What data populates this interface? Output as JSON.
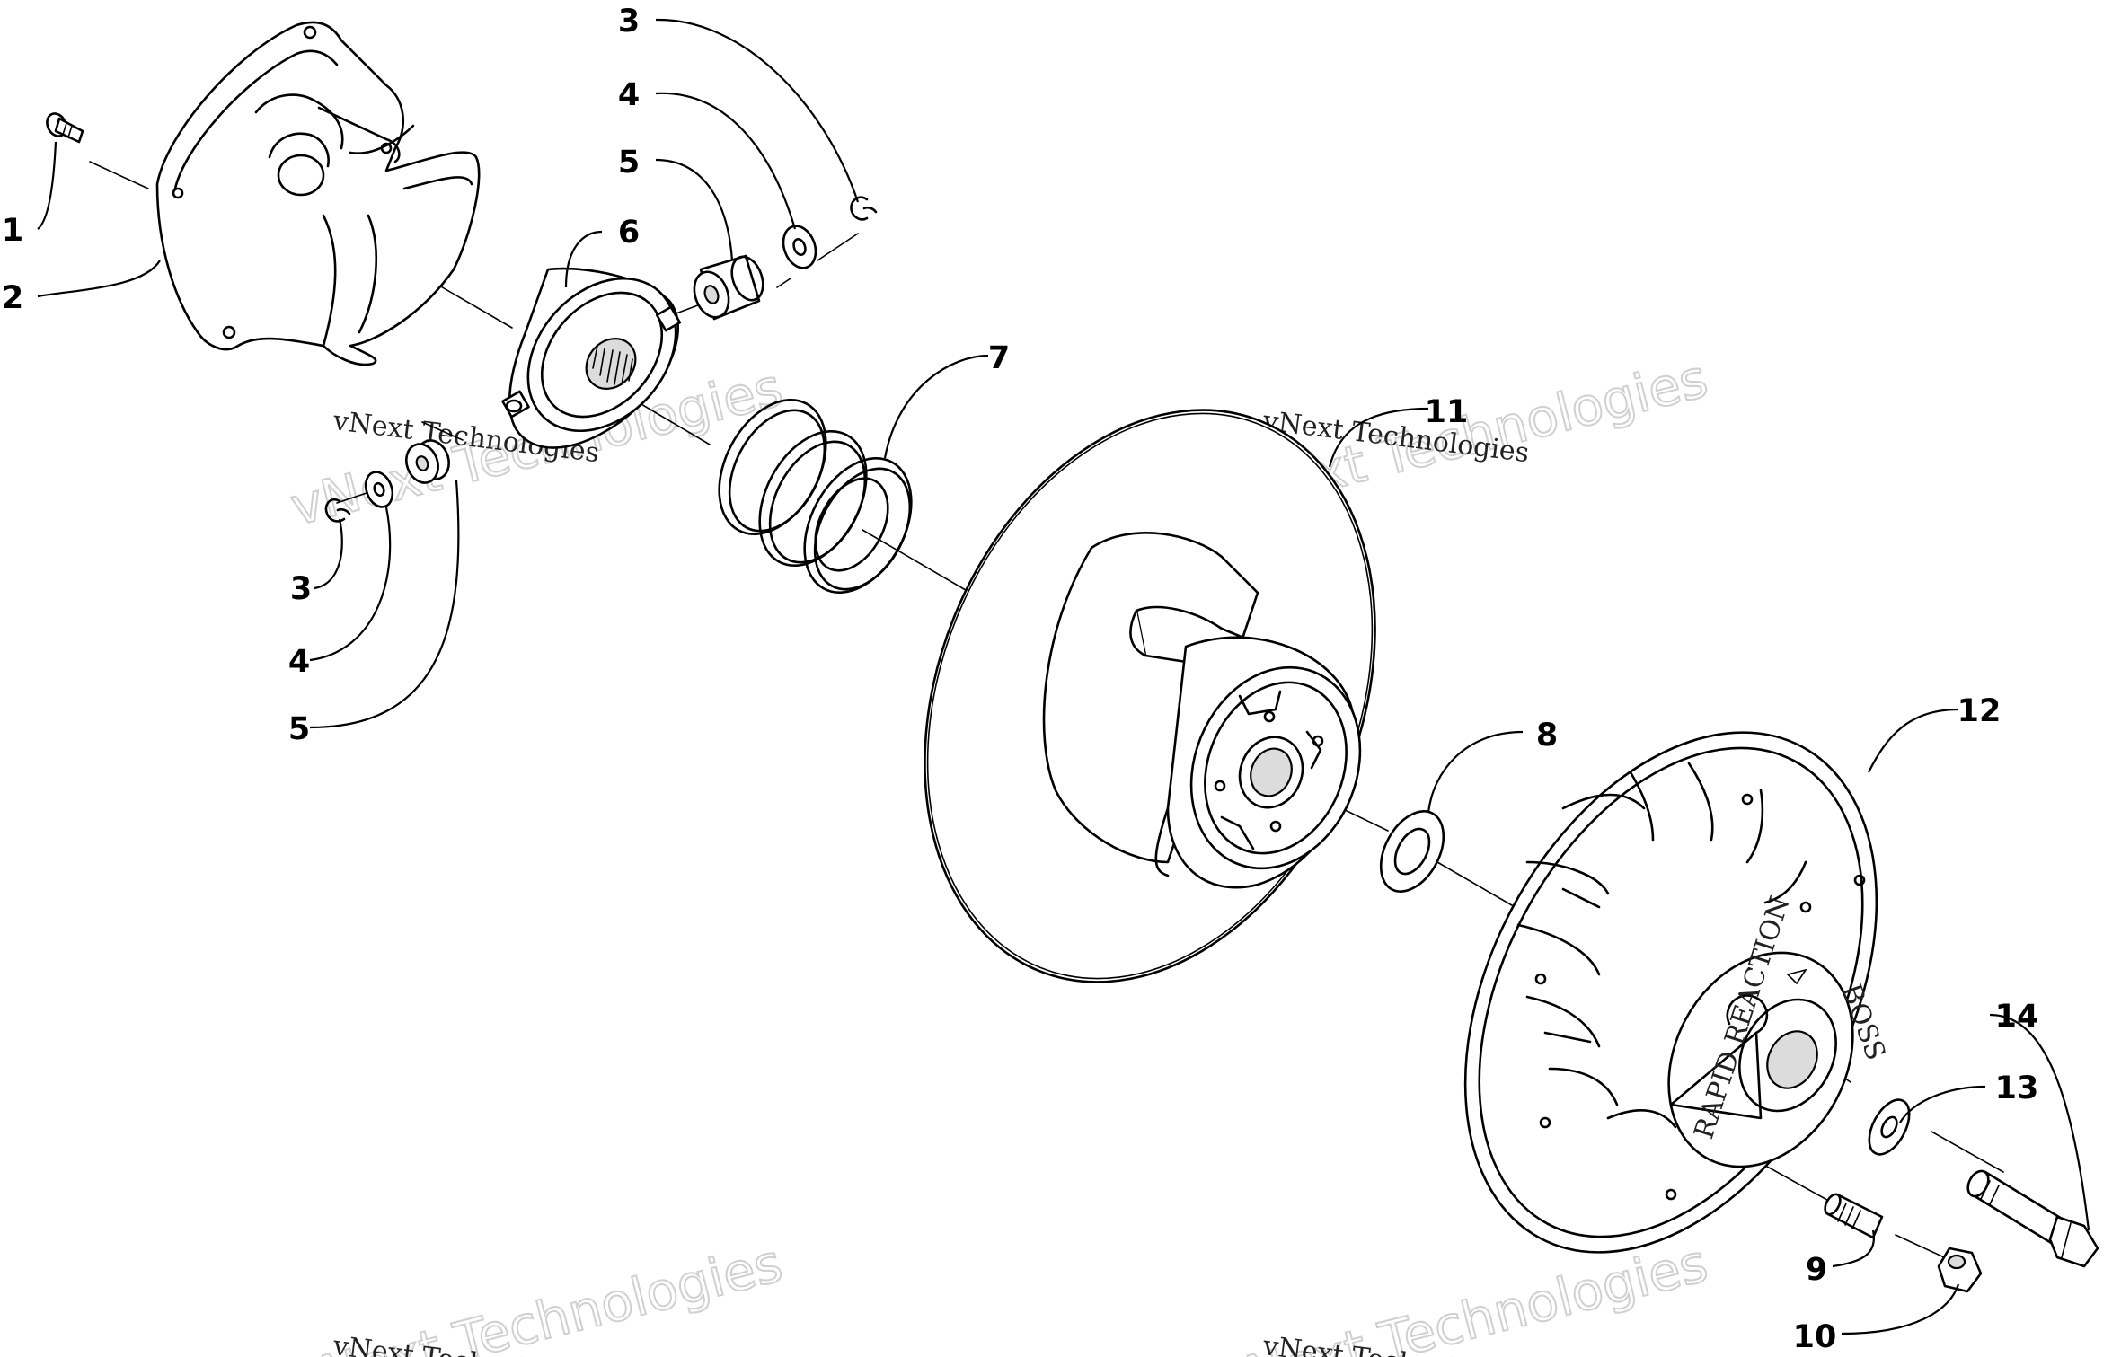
{
  "diagram": {
    "labels": [
      {
        "id": "1",
        "text": "1"
      },
      {
        "id": "2",
        "text": "2"
      },
      {
        "id": "3a",
        "text": "3"
      },
      {
        "id": "4a",
        "text": "4"
      },
      {
        "id": "5a",
        "text": "5"
      },
      {
        "id": "6",
        "text": "6"
      },
      {
        "id": "7",
        "text": "7"
      },
      {
        "id": "3b",
        "text": "3"
      },
      {
        "id": "4b",
        "text": "4"
      },
      {
        "id": "5b",
        "text": "5"
      },
      {
        "id": "11",
        "text": "11"
      },
      {
        "id": "8",
        "text": "8"
      },
      {
        "id": "12",
        "text": "12"
      },
      {
        "id": "14",
        "text": "14"
      },
      {
        "id": "13",
        "text": "13"
      },
      {
        "id": "9",
        "text": "9"
      },
      {
        "id": "10",
        "text": "10"
      }
    ],
    "watermarks": {
      "big_text": "vNext Technologies",
      "small_text": "vNext Technologies"
    },
    "hub_markings": {
      "arc_text": "RAPID REACTION",
      "brand_text": "BOSS"
    }
  }
}
